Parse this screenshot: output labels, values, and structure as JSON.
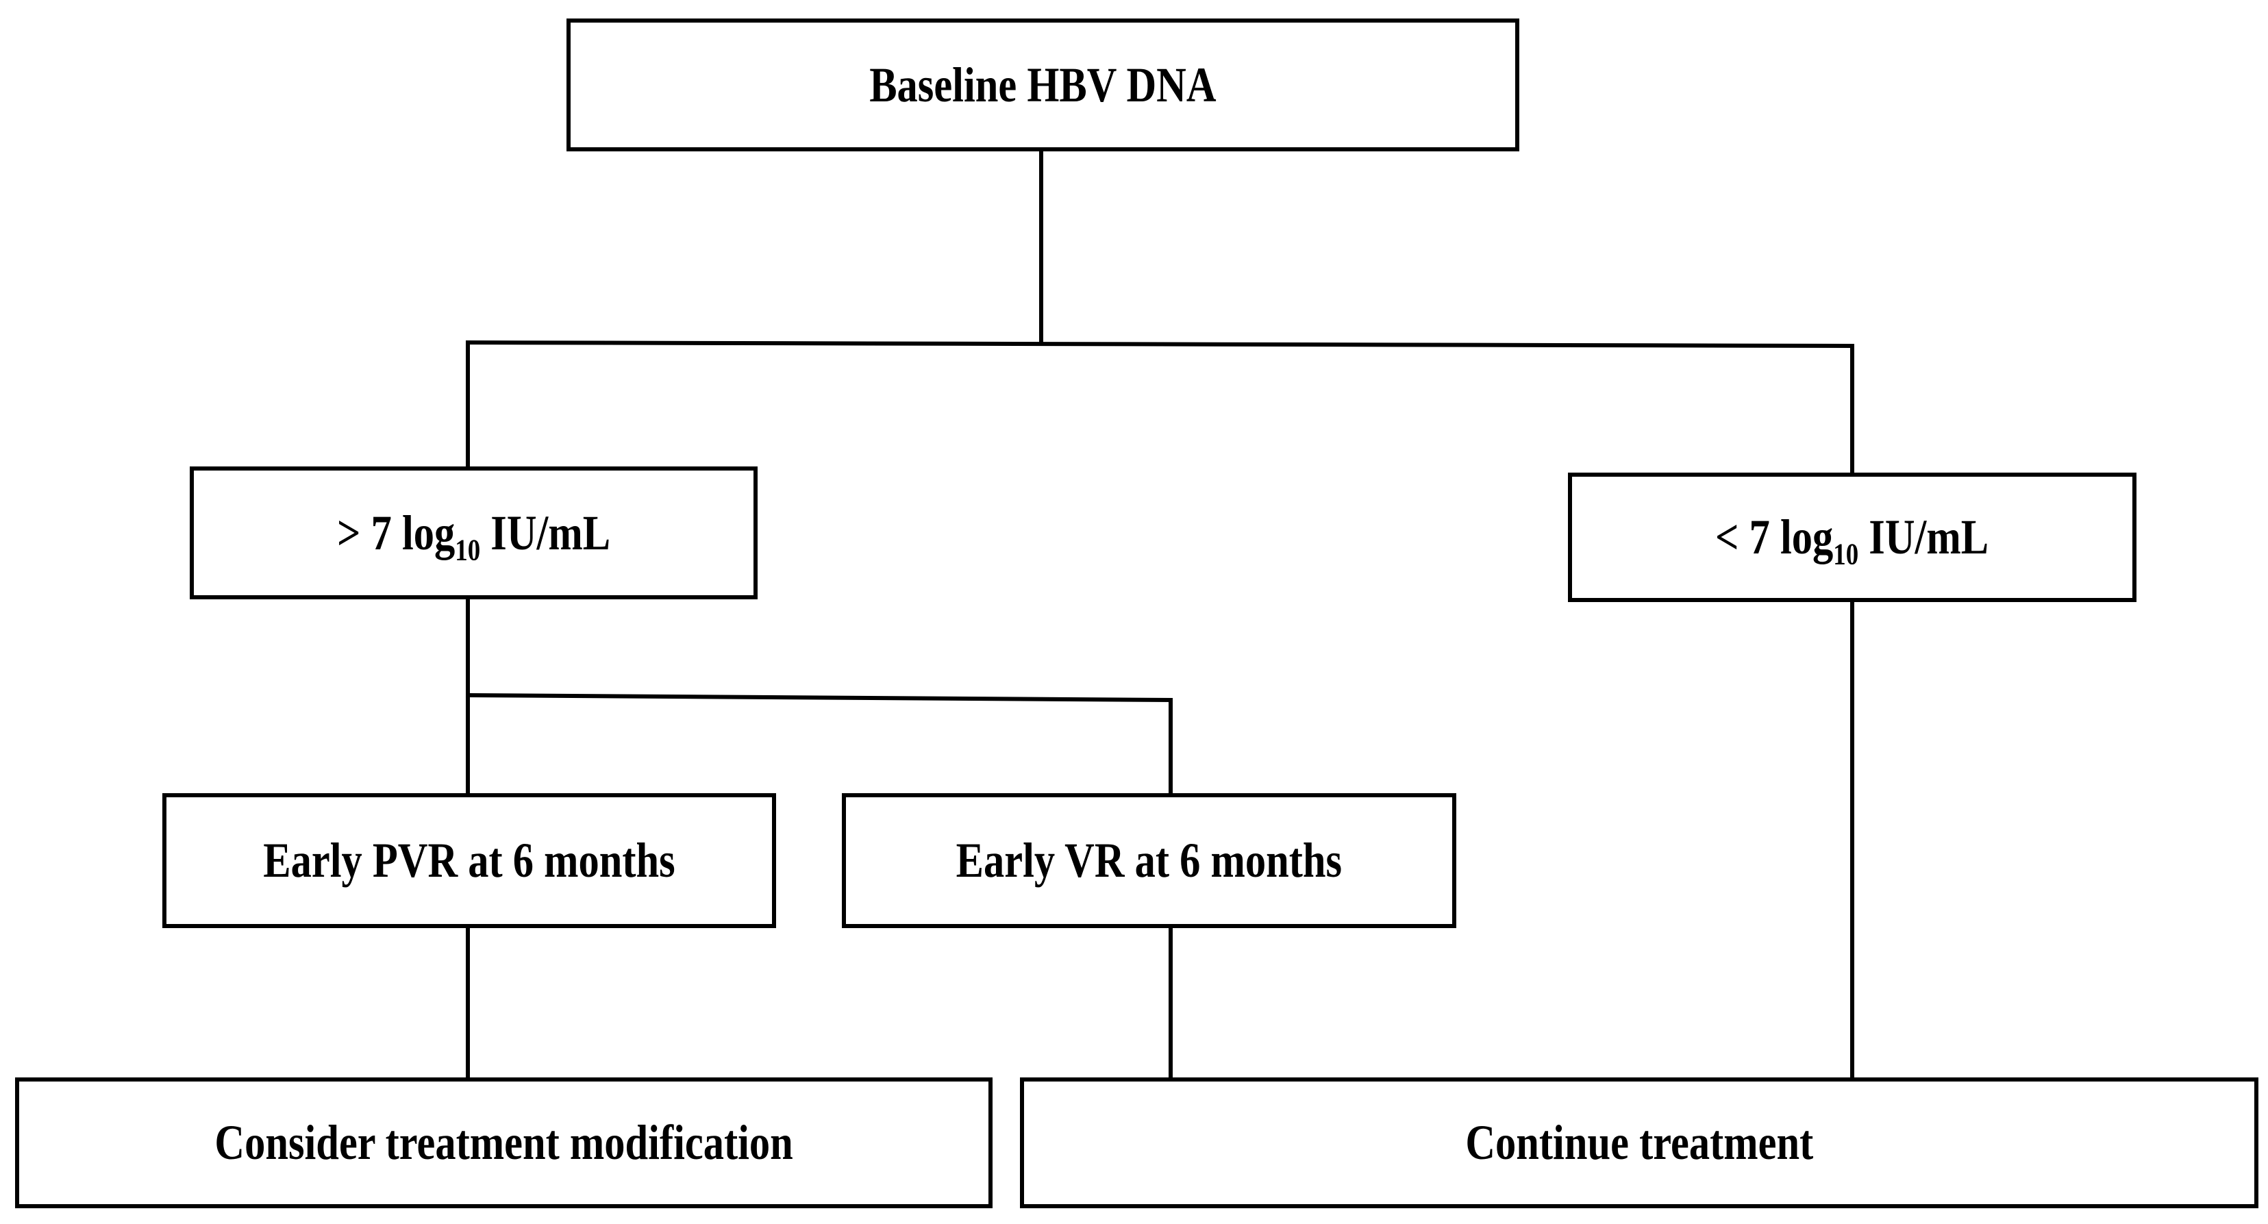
{
  "diagram": {
    "nodes": {
      "baseline": {
        "label": "Baseline HBV DNA"
      },
      "high": {
        "prefix": "> 7 log",
        "subscript": "10",
        "suffix": " IU/mL"
      },
      "low": {
        "prefix": "< 7 log",
        "subscript": "10",
        "suffix": " IU/mL"
      },
      "early_pvr": {
        "label": "Early PVR at 6 months"
      },
      "early_vr": {
        "label": "Early VR at 6 months"
      },
      "modify": {
        "label": "Consider treatment modification"
      },
      "continue": {
        "label": "Continue treatment"
      }
    },
    "edges": [
      {
        "from": "baseline",
        "to": "high"
      },
      {
        "from": "baseline",
        "to": "low"
      },
      {
        "from": "high",
        "to": "early_pvr"
      },
      {
        "from": "high",
        "to": "early_vr"
      },
      {
        "from": "early_pvr",
        "to": "modify"
      },
      {
        "from": "early_vr",
        "to": "continue"
      },
      {
        "from": "low",
        "to": "continue"
      }
    ],
    "colors": {
      "stroke": "#000000",
      "background": "#ffffff"
    }
  }
}
